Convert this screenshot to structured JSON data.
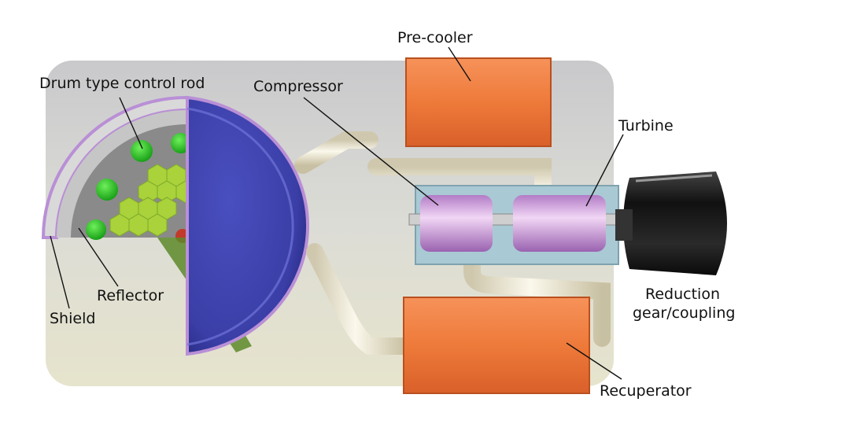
{
  "labels": {
    "drum_rod": "Drum type control rod",
    "compressor": "Compressor",
    "precooler": "Pre-cooler",
    "turbine": "Turbine",
    "reflector": "Reflector",
    "shield": "Shield",
    "reduction_line1": "Reduction",
    "reduction_line2": "gear/coupling",
    "recuperator": "Recuperator"
  },
  "colors": {
    "base_plate": "#e4e2d6",
    "cooler_orange": "#ee7a3a",
    "reactor_blue": "#3b3fa8",
    "shield_purple": "#b98fd6",
    "rod_green": "#25b324",
    "fuel_green": "#a9d23b",
    "machine_pink": "#d9a9e6",
    "pipe_cream": "#efe9d2",
    "coupling_black": "#1c1c1c",
    "leader_line": "#111111"
  }
}
